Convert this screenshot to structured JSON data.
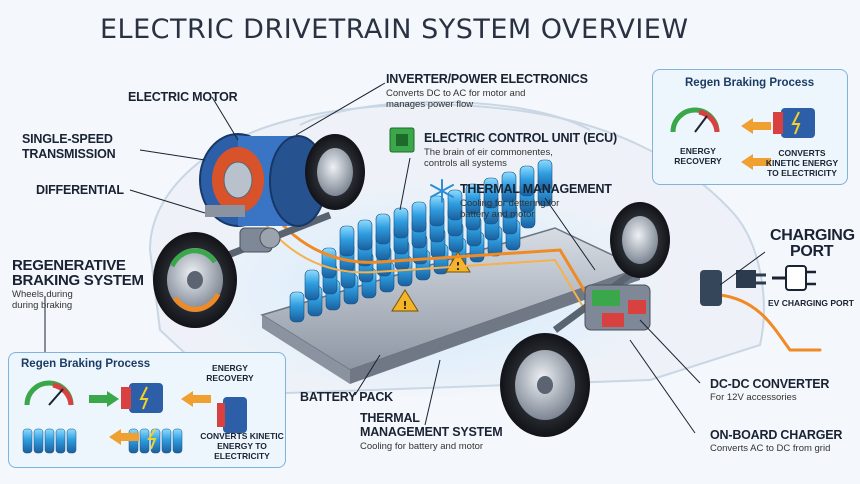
{
  "title": "ELECTRIC DRIVETRAIN SYSTEM OVERVIEW",
  "labels": {
    "motor": "ELECTRIC MOTOR",
    "transmission_1": "SINGLE-SPEED",
    "transmission_2": "TRANSMISSION",
    "differential": "DIFFERENTIAL",
    "regen_1": "REGENERATIVE",
    "regen_2": "BRAKING SYSTEM",
    "regen_desc": "Wheels during during braking",
    "inverter": "INVERTER/POWER ELECTRONICS",
    "inverter_desc": "Converts DC to AC for motor and manages power flow",
    "ecu": "ELECTRIC CONTROL UNIT (ECU)",
    "ecu_desc": "The brain of eir commonentes, controls all systems",
    "thermal": "THERMAL MANAGEMENT",
    "thermal_desc": "Cooling for dettering for battery and motor",
    "charging_1": "CHARGING",
    "charging_2": "PORT",
    "charging_desc": "EV CHARGING PORT",
    "battery": "BATTERY PACK",
    "tms_1": "THERMAL",
    "tms_2": "MANAGEMENT SYSTEM",
    "tms_desc": "Cooling for battery and motor",
    "dcdc": "DC-DC CONVERTER",
    "dcdc_desc": "For 12V accessories",
    "obc": "ON-BOARD CHARGER",
    "obc_desc": "Converts AC to DC from grid"
  },
  "regen_box_top": {
    "title": "Regen Braking Process",
    "energy_recovery": "ENERGY RECOVERY",
    "converts": "CONVERTS KINETIC ENERGY TO ELECTRICITY"
  },
  "regen_box_bottom": {
    "title": "Regen Braking Process",
    "energy_recovery": "ENERGY RECOVERY",
    "converts": "CONVERTS KINETIC ENERGY TO ELECTRICITY"
  },
  "colors": {
    "battery": "#3aa6e0",
    "cable": "#f08a24",
    "motor": "#2c5fa8",
    "box_border": "#7fb2dc",
    "arrow_orange": "#f0a030",
    "arrow_green": "#3aa84a"
  },
  "icons": {
    "ecu": "chip-icon",
    "thermal": "snowflake-icon",
    "charging": "plug-icon",
    "gauge": "gauge-icon",
    "warning": "warning-icon"
  }
}
